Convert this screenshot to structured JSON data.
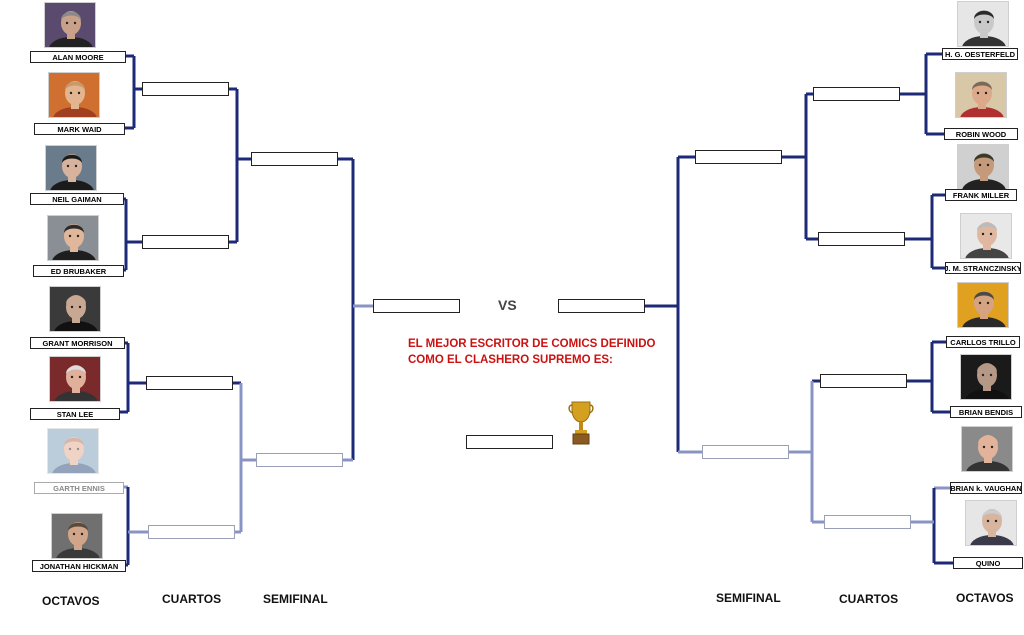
{
  "left_players": [
    {
      "name": "ALAN MOORE",
      "skin": "#c9a18a",
      "hair": "#8a8a8a",
      "shirt": "#222222",
      "bg": "#5a4b6e"
    },
    {
      "name": "MARK WAID",
      "skin": "#e2b48f",
      "hair": "#c89a6a",
      "shirt": "#a04020",
      "bg": "#d07030"
    },
    {
      "name": "NEIL GAIMAN",
      "skin": "#d7b39e",
      "hair": "#1a1a1a",
      "shirt": "#1b1b1b",
      "bg": "#6a7b8c"
    },
    {
      "name": "ED BRUBAKER",
      "skin": "#e0b79a",
      "hair": "#2a2a2a",
      "shirt": "#1e1e1e",
      "bg": "#8a8f96"
    },
    {
      "name": "GRANT MORRISON",
      "skin": "#c8a893",
      "hair": "#c8a893",
      "shirt": "#111111",
      "bg": "#3a3a3a"
    },
    {
      "name": "STAN LEE",
      "skin": "#e0b09a",
      "hair": "#dddddd",
      "shirt": "#333333",
      "bg": "#7a2a2a"
    },
    {
      "name": "GARTH ENNIS",
      "skin": "#e4a88c",
      "hair": "#b07050",
      "shirt": "#2a4a7a",
      "bg": "#7a9ab8"
    },
    {
      "name": "JONATHAN HICKMAN",
      "skin": "#d1a58a",
      "hair": "#5a4a3a",
      "shirt": "#3a3a3a",
      "bg": "#707070"
    }
  ],
  "right_players": [
    {
      "name": "H. G. OESTERFELD",
      "skin": "#c9c9c9",
      "hair": "#2a2a2a",
      "shirt": "#333333",
      "bg": "#e6e6e6"
    },
    {
      "name": "ROBIN WOOD",
      "skin": "#dca98a",
      "hair": "#7a6a5a",
      "shirt": "#b03030",
      "bg": "#d8c8a8"
    },
    {
      "name": "FRANK MILLER",
      "skin": "#c49a7a",
      "hair": "#3a3a2a",
      "shirt": "#222222",
      "bg": "#d0d0d0"
    },
    {
      "name": "J. M. STRANCZINSKY",
      "skin": "#e0b8a0",
      "hair": "#bbbbbb",
      "shirt": "#444444",
      "bg": "#e8e8e8"
    },
    {
      "name": "CARLLOS TRILLO",
      "skin": "#d6a380",
      "hair": "#4a4a4a",
      "shirt": "#2a2a2a",
      "bg": "#e0a020"
    },
    {
      "name": "BRIAN BENDIS",
      "skin": "#b59886",
      "hair": "#b59886",
      "shirt": "#111111",
      "bg": "#1a1a1a"
    },
    {
      "name": "BRIAN k. VAUGHAN",
      "skin": "#e2b39a",
      "hair": "#e2b39a",
      "shirt": "#333333",
      "bg": "#8a8a8a"
    },
    {
      "name": "QUINO",
      "skin": "#d7b59e",
      "hair": "#cccccc",
      "shirt": "#3a3a4a",
      "bg": "#e6e6e6"
    }
  ],
  "rounds_left": {
    "octavos": "OCTAVOS",
    "cuartos": "CUARTOS",
    "semifinal": "SEMIFINAL"
  },
  "rounds_right": {
    "semifinal": "SEMIFINAL",
    "cuartos": "CUARTOS",
    "octavos": "OCTAVOS"
  },
  "vs_label": "VS",
  "winner_text_line1": "EL MEJOR ESCRITOR DE COMICS DEFINIDO",
  "winner_text_line2": "COMO EL CLASHERO SUPREMO ES:",
  "colors": {
    "line_dark": "#1c2a78",
    "line_light": "#8a94c4",
    "accent_red": "#cc1111",
    "trophy_gold": "#d4a020"
  },
  "icons": {
    "trophy": "trophy-icon"
  }
}
